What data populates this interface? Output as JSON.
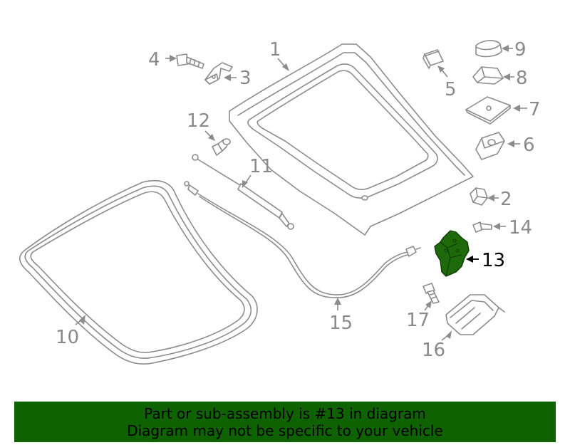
{
  "diagram": {
    "callouts": [
      {
        "id": "1",
        "label": "1"
      },
      {
        "id": "2",
        "label": "2"
      },
      {
        "id": "3",
        "label": "3"
      },
      {
        "id": "4",
        "label": "4"
      },
      {
        "id": "5",
        "label": "5"
      },
      {
        "id": "6",
        "label": "6"
      },
      {
        "id": "7",
        "label": "7"
      },
      {
        "id": "8",
        "label": "8"
      },
      {
        "id": "9",
        "label": "9"
      },
      {
        "id": "10",
        "label": "10"
      },
      {
        "id": "11",
        "label": "11"
      },
      {
        "id": "12",
        "label": "12"
      },
      {
        "id": "13",
        "label": "13"
      },
      {
        "id": "14",
        "label": "14"
      },
      {
        "id": "15",
        "label": "15"
      },
      {
        "id": "16",
        "label": "16"
      },
      {
        "id": "17",
        "label": "17"
      }
    ],
    "highlighted_part": "13",
    "colors": {
      "line_art": "#8c8c8c",
      "highlight_fill": "#1e6a0a",
      "banner_bg": "#0e6200",
      "banner_text": "#000000"
    }
  },
  "banner": {
    "line1": "Part or sub-assembly is #13 in diagram",
    "line2": "Diagram may not be specific to your vehicle"
  }
}
